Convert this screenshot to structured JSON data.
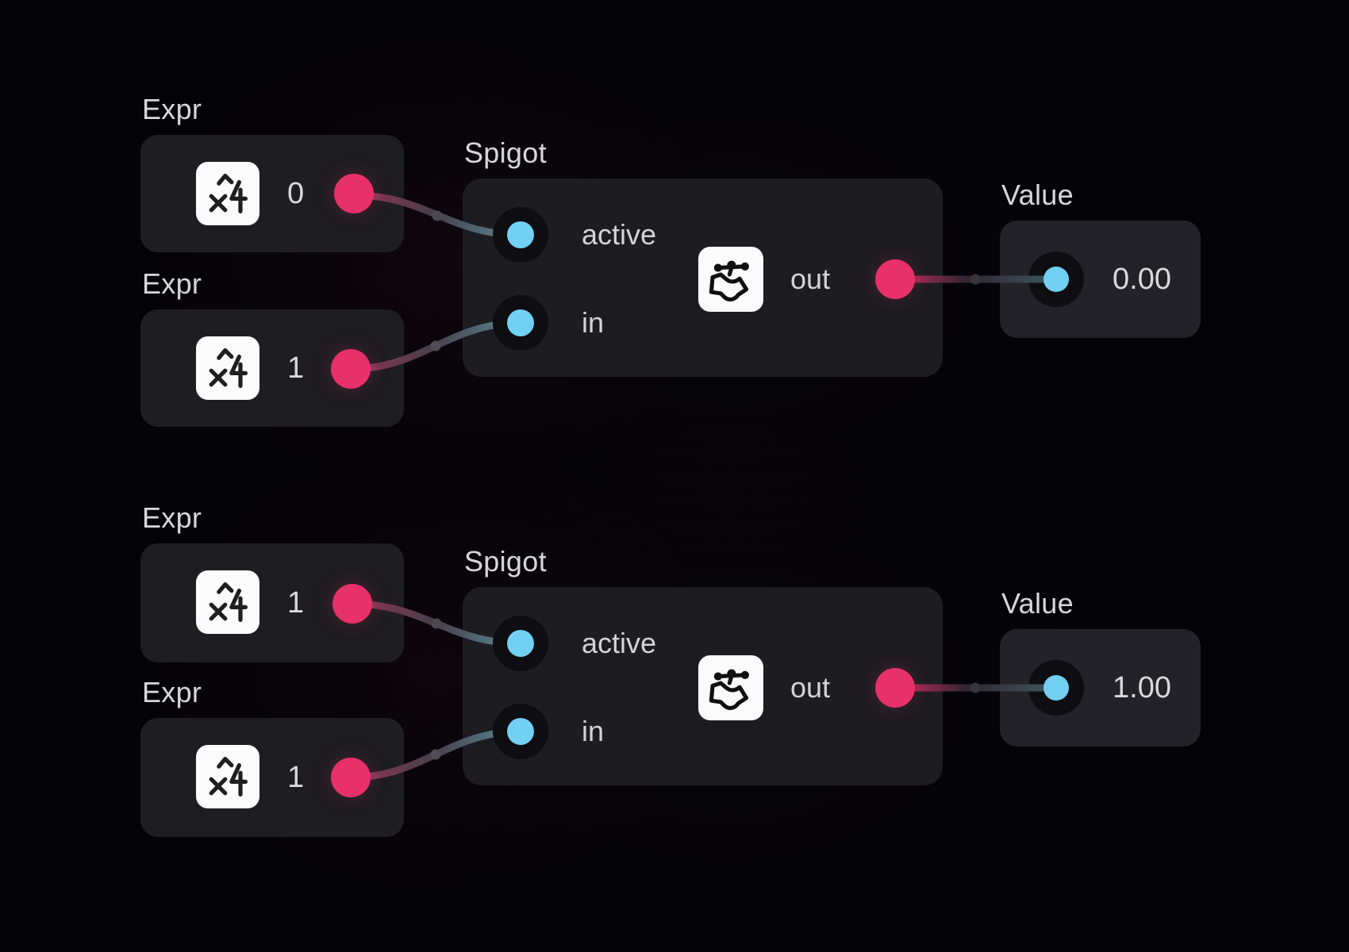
{
  "app": {
    "type": "node-graph-editor",
    "background": "#040306"
  },
  "colors": {
    "accent_pink": "#e8306a",
    "accent_blue": "#72d0f2",
    "node_bg": "#1e1d21",
    "port_backdrop": "#0e0d11",
    "icon_tile_bg": "#fbfbfb",
    "text": "#d7d6d9"
  },
  "nodes": {
    "expr1": {
      "title": "Expr",
      "icon": "x-power-4-icon",
      "value": "0"
    },
    "expr2": {
      "title": "Expr",
      "icon": "x-power-4-icon",
      "value": "1"
    },
    "spigot1": {
      "title": "Spigot",
      "icon": "faucet-icon",
      "inputs": [
        "active",
        "in"
      ],
      "output": "out"
    },
    "value1": {
      "title": "Value",
      "value": "0.00"
    },
    "expr3": {
      "title": "Expr",
      "icon": "x-power-4-icon",
      "value": "1"
    },
    "expr4": {
      "title": "Expr",
      "icon": "x-power-4-icon",
      "value": "1"
    },
    "spigot2": {
      "title": "Spigot",
      "icon": "faucet-icon",
      "inputs": [
        "active",
        "in"
      ],
      "output": "out"
    },
    "value2": {
      "title": "Value",
      "value": "1.00"
    }
  },
  "connections": [
    {
      "from": "expr1.out",
      "to": "spigot1.active"
    },
    {
      "from": "expr2.out",
      "to": "spigot1.in"
    },
    {
      "from": "spigot1.out",
      "to": "value1.in"
    },
    {
      "from": "expr3.out",
      "to": "spigot2.active"
    },
    {
      "from": "expr4.out",
      "to": "spigot2.in"
    },
    {
      "from": "spigot2.out",
      "to": "value2.in"
    }
  ]
}
